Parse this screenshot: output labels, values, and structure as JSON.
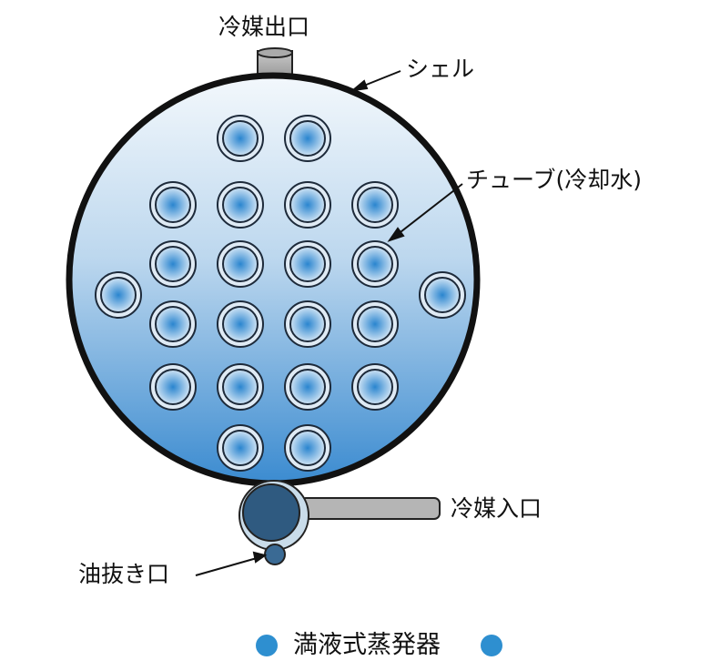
{
  "labels": {
    "refrigerant_outlet": "冷媒出口",
    "shell": "シェル",
    "tube": "チューブ(冷却水)",
    "refrigerant_inlet": "冷媒入口",
    "oil_drain": "油抜き口"
  },
  "title": "満液式蒸発器",
  "colors": {
    "accent_dot": "#2e8fd0",
    "shell_stroke": "#111111",
    "fluid_top": "#eef5fb",
    "fluid_bottom": "#3f8ed0"
  }
}
